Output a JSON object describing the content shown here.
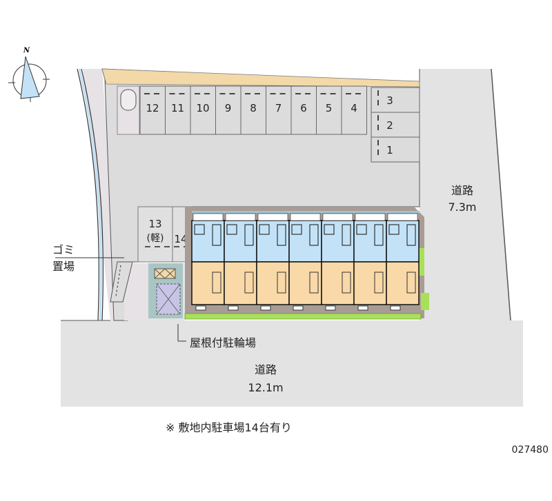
{
  "compass": {
    "north_label": "N"
  },
  "parking": {
    "top_row": [
      "12",
      "11",
      "10",
      "9",
      "8",
      "7",
      "6",
      "5",
      "4"
    ],
    "right_column": [
      "3",
      "2",
      "1"
    ],
    "left_spot_13": "13",
    "left_spot_13_note": "(軽)",
    "left_spot_14": "14"
  },
  "labels": {
    "garbage_line1": "ゴミ",
    "garbage_line2": "置場",
    "bicycle_parking": "屋根付駐輪場",
    "east_road_name": "道路",
    "east_road_width": "7.3m",
    "south_road_name": "道路",
    "south_road_width": "12.1m"
  },
  "footer": {
    "note": "※ 敷地内駐車場14台有り",
    "code": "027480"
  },
  "colors": {
    "road": "#e3e3e3",
    "lot": "#dcdcdc",
    "unit_upper": "#c3e2f7",
    "unit_lower": "#fad9a8",
    "hedge": "#a8e05a",
    "roof": "#a89c94"
  }
}
